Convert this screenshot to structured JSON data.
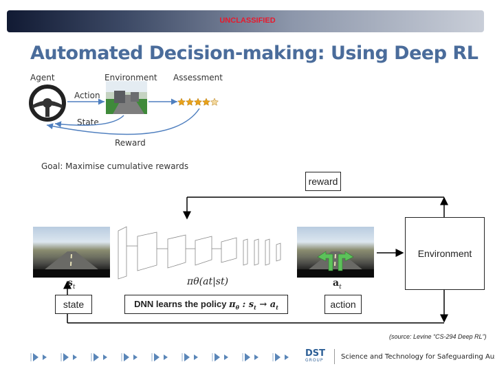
{
  "banner": "UNCLASSIFIED",
  "title": "Automated Decision-making: Using Deep RL",
  "loop": {
    "agent": "Agent",
    "environment": "Environment",
    "assessment": "Assessment",
    "action": "Action",
    "state": "State",
    "reward": "Reward",
    "goal": "Goal: Maximise cumulative rewards"
  },
  "pipeline": {
    "reward_box": "reward",
    "environment_box": "Environment",
    "state_box": "state",
    "action_box": "action",
    "policy_text": "DNN learns the policy",
    "state_symbol": "s",
    "state_sub": "t",
    "action_symbol": "a",
    "action_sub": "t",
    "policy_symbol": "πθ(at|st)"
  },
  "source": "(source: Levine “CS-294 Deep RL”)",
  "footer": {
    "logo_main": "DST",
    "logo_sub": "GROUP",
    "tagline": "Science and Technology for Safeguarding Australia"
  }
}
